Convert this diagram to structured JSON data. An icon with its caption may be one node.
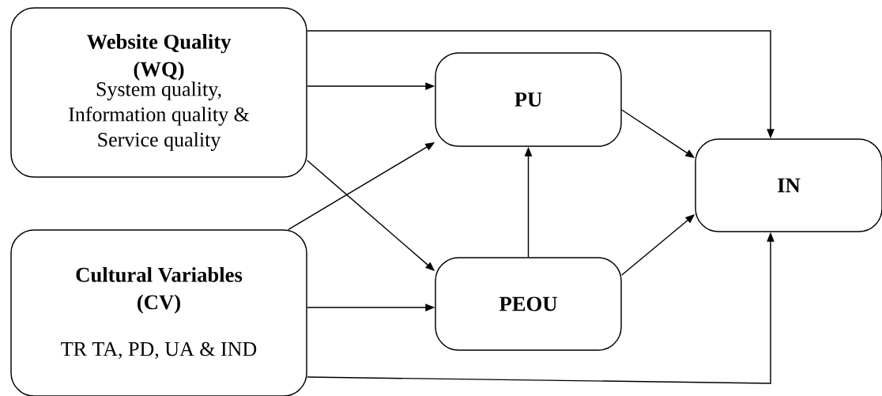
{
  "diagram": {
    "nodes": [
      {
        "text": [
          "Website Quality (WQ)",
          "System quality, Information quality & Service quality"
        ]
      },
      {
        "text": [
          "Cultural Variables (CV)",
          "TR TA, PD, UA & IND"
        ]
      },
      {
        "text": [
          "PU"
        ]
      },
      {
        "text": [
          "PEOU"
        ]
      },
      {
        "text": [
          "IN"
        ]
      }
    ],
    "edges": [
      {
        "from": 0,
        "to": 4,
        "arrow": "to"
      },
      {
        "from": 0,
        "to": 2,
        "arrow": "to"
      },
      {
        "from": 0,
        "to": 3,
        "arrow": "to"
      },
      {
        "from": 1,
        "to": 2,
        "arrow": "to"
      },
      {
        "from": 1,
        "to": 3,
        "arrow": "to"
      },
      {
        "from": 3,
        "to": 2,
        "arrow": "to"
      },
      {
        "from": 2,
        "to": 4,
        "arrow": "to"
      },
      {
        "from": 3,
        "to": 4,
        "arrow": "to"
      },
      {
        "from": 1,
        "to": 4,
        "arrow": "to"
      }
    ]
  }
}
